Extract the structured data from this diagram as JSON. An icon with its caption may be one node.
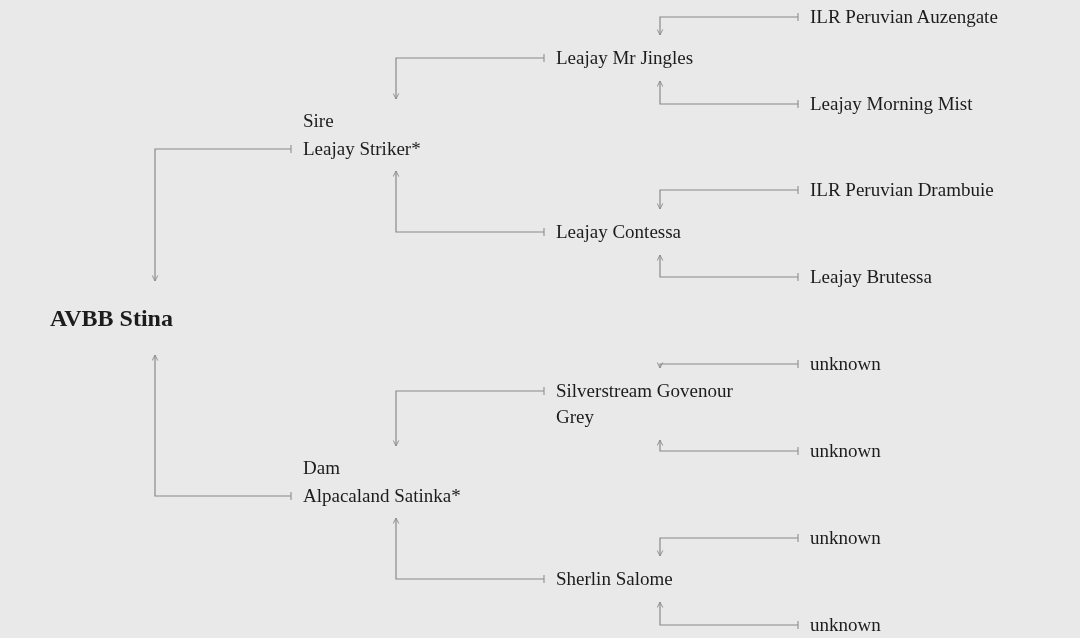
{
  "diagram": {
    "nodes": [
      {
        "text": [
          "AVBB Stina"
        ]
      },
      {
        "text": [
          "Sire",
          "Leajay Striker*"
        ]
      },
      {
        "text": [
          "Dam",
          "Alpacaland Satinka*"
        ]
      },
      {
        "text": [
          "Leajay Mr Jingles"
        ]
      },
      {
        "text": [
          "Leajay Contessa"
        ]
      },
      {
        "text": [
          "Silverstream Govenour Grey"
        ]
      },
      {
        "text": [
          "Sherlin Salome"
        ]
      },
      {
        "text": [
          "ILR Peruvian Auzengate"
        ]
      },
      {
        "text": [
          "Leajay Morning Mist"
        ]
      },
      {
        "text": [
          "ILR Peruvian Drambuie"
        ]
      },
      {
        "text": [
          "Leajay Brutessa"
        ]
      },
      {
        "text": [
          "unknown"
        ]
      },
      {
        "text": [
          "unknown"
        ]
      },
      {
        "text": [
          "unknown"
        ]
      },
      {
        "text": [
          "unknown"
        ]
      }
    ],
    "edges": [
      {
        "from": 1,
        "to": 0,
        "arrow": "to"
      },
      {
        "from": 2,
        "to": 0,
        "arrow": "to"
      },
      {
        "from": 3,
        "to": 1,
        "arrow": "to"
      },
      {
        "from": 4,
        "to": 1,
        "arrow": "to"
      },
      {
        "from": 5,
        "to": 2,
        "arrow": "to"
      },
      {
        "from": 6,
        "to": 2,
        "arrow": "to"
      },
      {
        "from": 7,
        "to": 3,
        "arrow": "to"
      },
      {
        "from": 8,
        "to": 3,
        "arrow": "to"
      },
      {
        "from": 9,
        "to": 4,
        "arrow": "to"
      },
      {
        "from": 10,
        "to": 4,
        "arrow": "to"
      },
      {
        "from": 11,
        "to": 5,
        "arrow": "to"
      },
      {
        "from": 12,
        "to": 5,
        "arrow": "to"
      },
      {
        "from": 13,
        "to": 6,
        "arrow": "to"
      },
      {
        "from": 14,
        "to": 6,
        "arrow": "to"
      }
    ]
  }
}
